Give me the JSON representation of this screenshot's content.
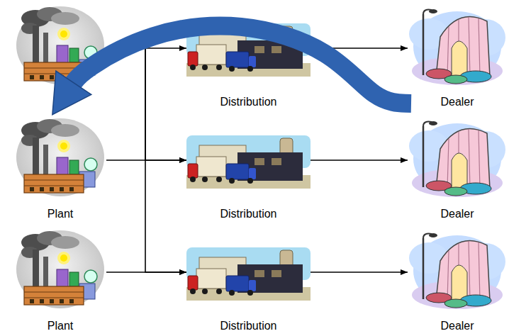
{
  "diagram": {
    "nodes": [
      {
        "text": []
      },
      {
        "text": [
          "Distribution"
        ]
      },
      {
        "text": [
          "Dealer"
        ]
      },
      {
        "text": [
          "Plant"
        ]
      },
      {
        "text": [
          "Distribution"
        ]
      },
      {
        "text": [
          "Dealer"
        ]
      },
      {
        "text": [
          "Plant"
        ]
      },
      {
        "text": [
          "Distribution"
        ]
      },
      {
        "text": [
          "Dealer"
        ]
      }
    ],
    "edges": [
      {
        "from": 0,
        "to": 1,
        "arrow": "to"
      },
      {
        "from": 0,
        "to": 4,
        "arrow": "to"
      },
      {
        "from": 0,
        "to": 7,
        "arrow": "to"
      },
      {
        "from": 3,
        "to": 4,
        "arrow": "to"
      },
      {
        "from": 6,
        "to": 7,
        "arrow": "to"
      },
      {
        "from": 1,
        "to": 2,
        "arrow": "to"
      },
      {
        "from": 4,
        "to": 5,
        "arrow": "to"
      },
      {
        "from": 7,
        "to": 8,
        "arrow": "to"
      },
      {
        "from": 2,
        "to": 3,
        "arrow": "to"
      }
    ]
  }
}
